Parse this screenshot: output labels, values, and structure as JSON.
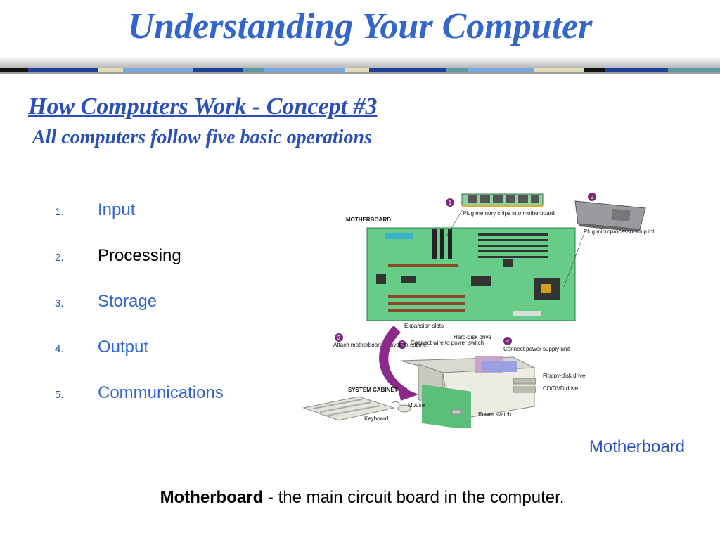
{
  "slide": {
    "title": "Understanding Your Computer",
    "subtitle": "How Computers Work - Concept #3",
    "tagline": "All computers follow five basic operations"
  },
  "operations": [
    {
      "number": "1.",
      "label": "Input",
      "highlighted": false
    },
    {
      "number": "2.",
      "label": "Processing",
      "highlighted": true
    },
    {
      "number": "3.",
      "label": "Storage",
      "highlighted": false
    },
    {
      "number": "4.",
      "label": "Output",
      "highlighted": false
    },
    {
      "number": "5.",
      "label": "Communications",
      "highlighted": false
    }
  ],
  "diagram": {
    "board_title": "MOTHERBOARD",
    "cabinet_title": "SYSTEM CABINET",
    "steps": [
      {
        "badge": "1",
        "text": "Plug memory chips into motherboard"
      },
      {
        "badge": "2",
        "text": "Plug microprocessor chip into motherboard"
      },
      {
        "badge": "3",
        "text": "Attach motherboard to system cabinet"
      },
      {
        "badge": "4",
        "text": "Connect power supply unit"
      },
      {
        "badge": "5",
        "text": "Connect wire to power switch"
      }
    ],
    "labels": {
      "expansion_slots": "Expansion slots",
      "hard_disk": "Hard-disk drive",
      "floppy": "Floppy-disk drive",
      "cd_dvd": "CD/DVD drive",
      "mouse": "Mouse",
      "keyboard": "Keyboard",
      "power_switch": "Power switch"
    }
  },
  "caption": "Motherboard",
  "definition": {
    "term": "Motherboard",
    "text": " - the main circuit board in the computer."
  },
  "colors": {
    "title": "#3366cc",
    "heading": "#2a50b8",
    "board_green": "#66cc88",
    "badge": "#7a2a7a"
  }
}
